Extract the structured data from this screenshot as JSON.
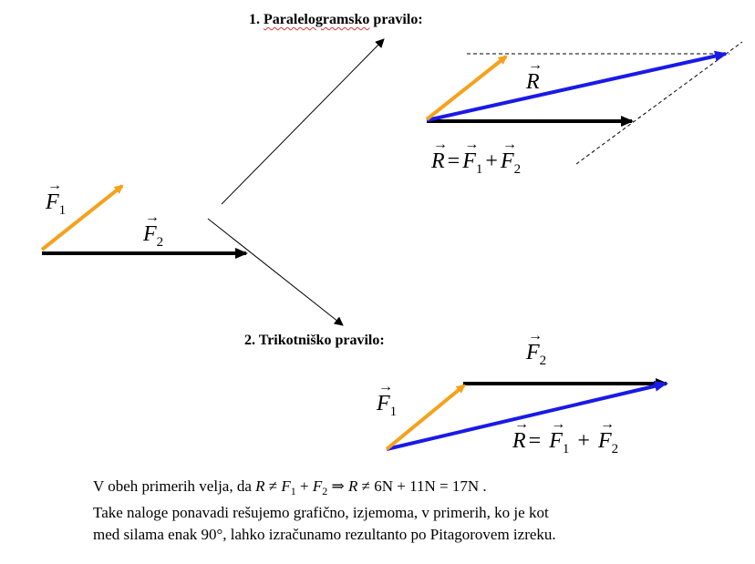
{
  "headings": {
    "parallelogram_num": "1.",
    "parallelogram_word": "Paralelogramsko",
    "parallelogram_rest": "pravilo:",
    "triangle": "2. Trikotniško pravilo:"
  },
  "symbols": {
    "F": "F",
    "R": "R",
    "sub1": "1",
    "sub2": "2",
    "equals": "=",
    "plus": "+"
  },
  "text": {
    "line1_prefix": "V obeh primerih velja, da ",
    "line1_neq": "≠",
    "line1_plus": "+",
    "line1_implies": "⇒",
    "line1_values": "6N + 11N = 17N .",
    "line2": "Take naloge ponavadi rešujemo grafično, izjemoma, v primerih, ko je kot",
    "line3": "med silama enak 90°, lahko izračunamo rezultanto po Pitagorovem izreku."
  },
  "colors": {
    "f1": "#f5a11c",
    "f2": "#000000",
    "resultant": "#1a1ae6",
    "guide": "#000000"
  }
}
